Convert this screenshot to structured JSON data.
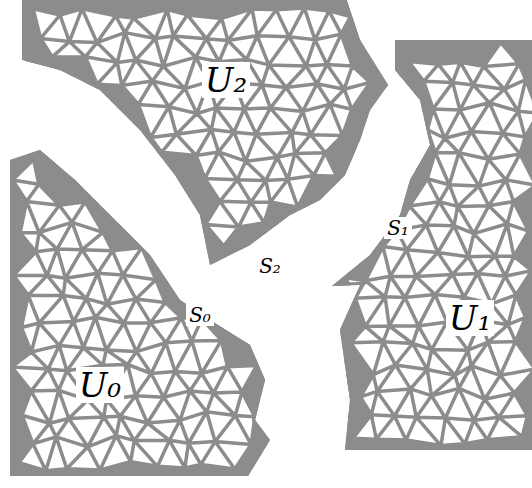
{
  "diagram": {
    "labels": [
      "U₂",
      "S₂",
      "S₁",
      "S₀",
      "U₀",
      "U₁"
    ]
  }
}
